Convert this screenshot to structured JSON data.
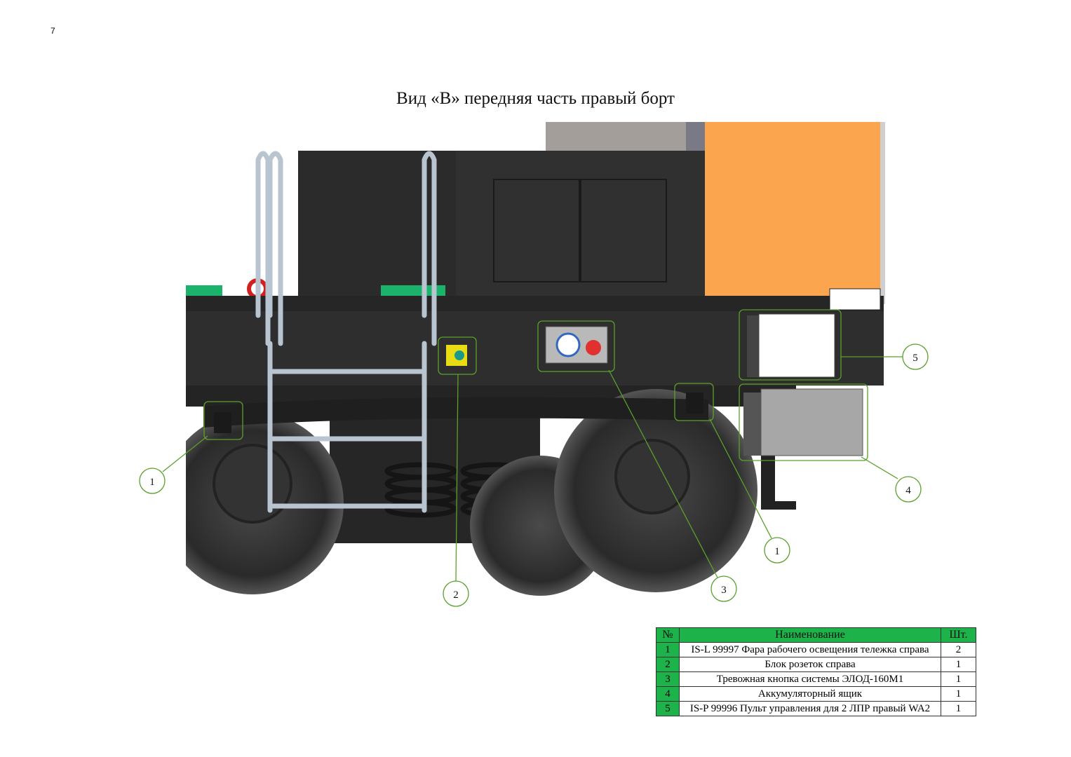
{
  "page_number": "7",
  "title": "Вид «В» передняя часть правый борт",
  "callouts": [
    "1",
    "2",
    "3",
    "4",
    "5",
    "1"
  ],
  "table": {
    "headers": {
      "num": "№",
      "name": "Наименование",
      "qty": "Шт."
    },
    "rows": [
      {
        "num": "1",
        "name": "IS-L 99997 Фара рабочего освещения тележка справа",
        "qty": "2"
      },
      {
        "num": "2",
        "name": "Блок розеток справа",
        "qty": "1"
      },
      {
        "num": "3",
        "name": "Тревожная кнопка системы ЭЛОД-160М1",
        "qty": "1"
      },
      {
        "num": "4",
        "name": "Аккумуляторный ящик",
        "qty": "1"
      },
      {
        "num": "5",
        "name": "IS-P 99996 Пульт управления для 2 ЛПР правый WA2",
        "qty": "1"
      }
    ]
  },
  "colors": {
    "header_green": "#1db34a",
    "callout_green": "#5aa02c",
    "body_orange": "#fba64e",
    "frame_dark": "#2e2e2e"
  }
}
